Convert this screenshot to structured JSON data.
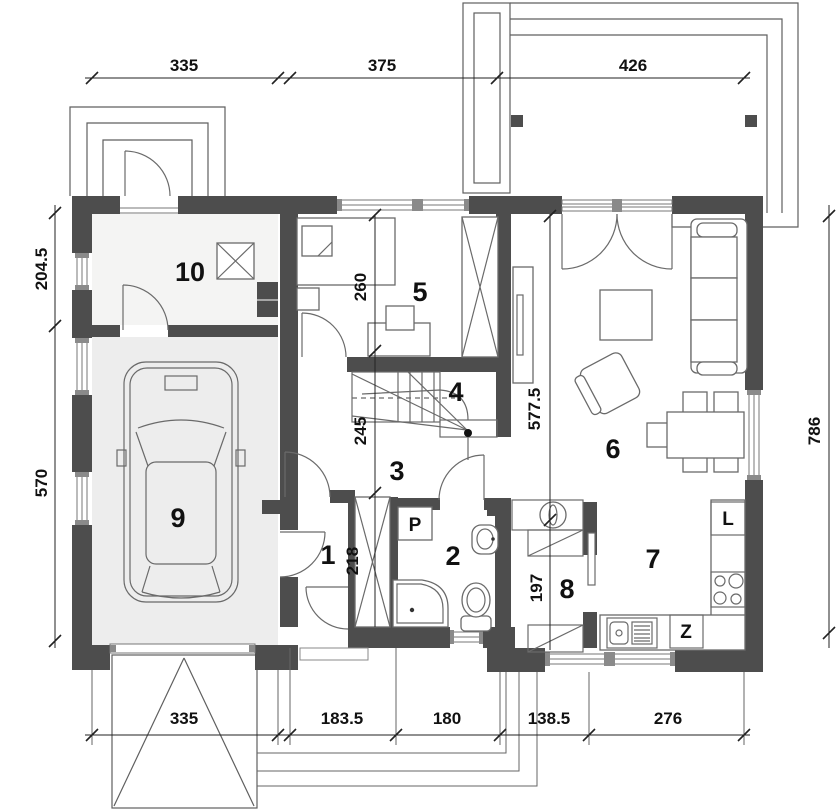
{
  "plan": {
    "rooms": {
      "r1": "1",
      "r2": "2",
      "r3": "3",
      "r4": "4",
      "r5": "5",
      "r6": "6",
      "r7": "7",
      "r8": "8",
      "r9": "9",
      "r10": "10"
    },
    "appliances": {
      "washer": "P",
      "fridge": "L",
      "dishwasher": "Z"
    },
    "dims": {
      "top_garage": "335",
      "top_center": "375",
      "top_terrace": "426",
      "bottom_garage": "335",
      "bottom_a": "183.5",
      "bottom_b": "180",
      "bottom_c": "138.5",
      "bottom_d": "276",
      "left_a": "204.5",
      "left_b": "570",
      "right_a": "786",
      "in_260": "260",
      "in_245": "245",
      "in_218": "218",
      "in_5775": "577.5",
      "in_197": "197"
    },
    "colors": {
      "wall": "#4d4d4d",
      "garage_floor": "#ededed",
      "line": "#5f5f5f",
      "dim_text": "#111111"
    }
  }
}
